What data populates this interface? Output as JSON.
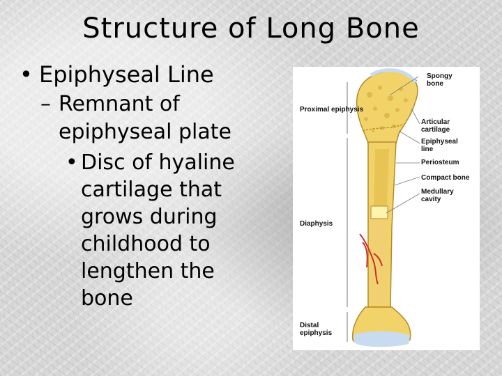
{
  "title": "Structure of Long Bone",
  "bullets": {
    "level1": "Epiphyseal Line",
    "level2": "Remnant of epiphyseal plate",
    "level3": "Disc of hyaline cartilage that grows during childhood to lengthen the bone",
    "marks": {
      "level1": "•",
      "level2": "–",
      "level3": "•"
    }
  },
  "figure": {
    "left_labels": {
      "proximal": "Proximal epiphysis",
      "diaphysis": "Diaphysis",
      "distal": "Distal epiphysis"
    },
    "right_labels": {
      "spongy": "Spongy bone",
      "articular": "Articular cartilage",
      "epiphyseal_line": "Epiphyseal line",
      "periosteum": "Periosteum",
      "compact": "Compact bone",
      "medullary": "Medullary cavity"
    },
    "colors": {
      "bone": "#f2d36a",
      "cartilage": "#c9dcef",
      "vessel": "#c8322b"
    }
  }
}
